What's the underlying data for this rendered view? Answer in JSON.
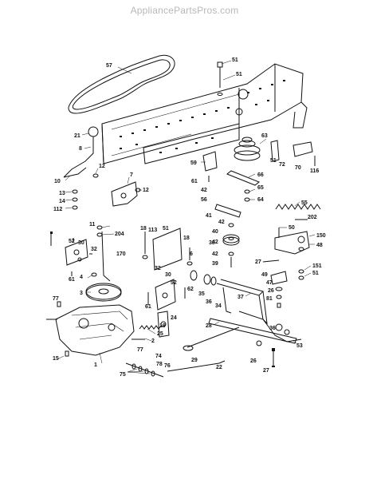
{
  "watermark": "AppliancePartsPros.com",
  "labels": [
    "57",
    "51",
    "51",
    "21",
    "8",
    "10",
    "12",
    "13",
    "14",
    "112",
    "7",
    "12",
    "11",
    "204",
    "52",
    "30",
    "32",
    "61",
    "170",
    "3",
    "4",
    "77",
    "2",
    "1",
    "15",
    "77",
    "75",
    "74",
    "76",
    "78",
    "25",
    "19",
    "24",
    "18",
    "113",
    "51",
    "18",
    "6",
    "61",
    "32",
    "30",
    "52",
    "62",
    "35",
    "36",
    "34",
    "37",
    "59",
    "61",
    "42",
    "56",
    "41",
    "42",
    "40",
    "42",
    "38",
    "42",
    "39",
    "63",
    "51",
    "72",
    "70",
    "116",
    "66",
    "65",
    "64",
    "55",
    "50",
    "202",
    "150",
    "48",
    "27",
    "151",
    "51",
    "49",
    "47",
    "26",
    "81",
    "28",
    "36",
    "53",
    "26",
    "27",
    "29",
    "22"
  ]
}
